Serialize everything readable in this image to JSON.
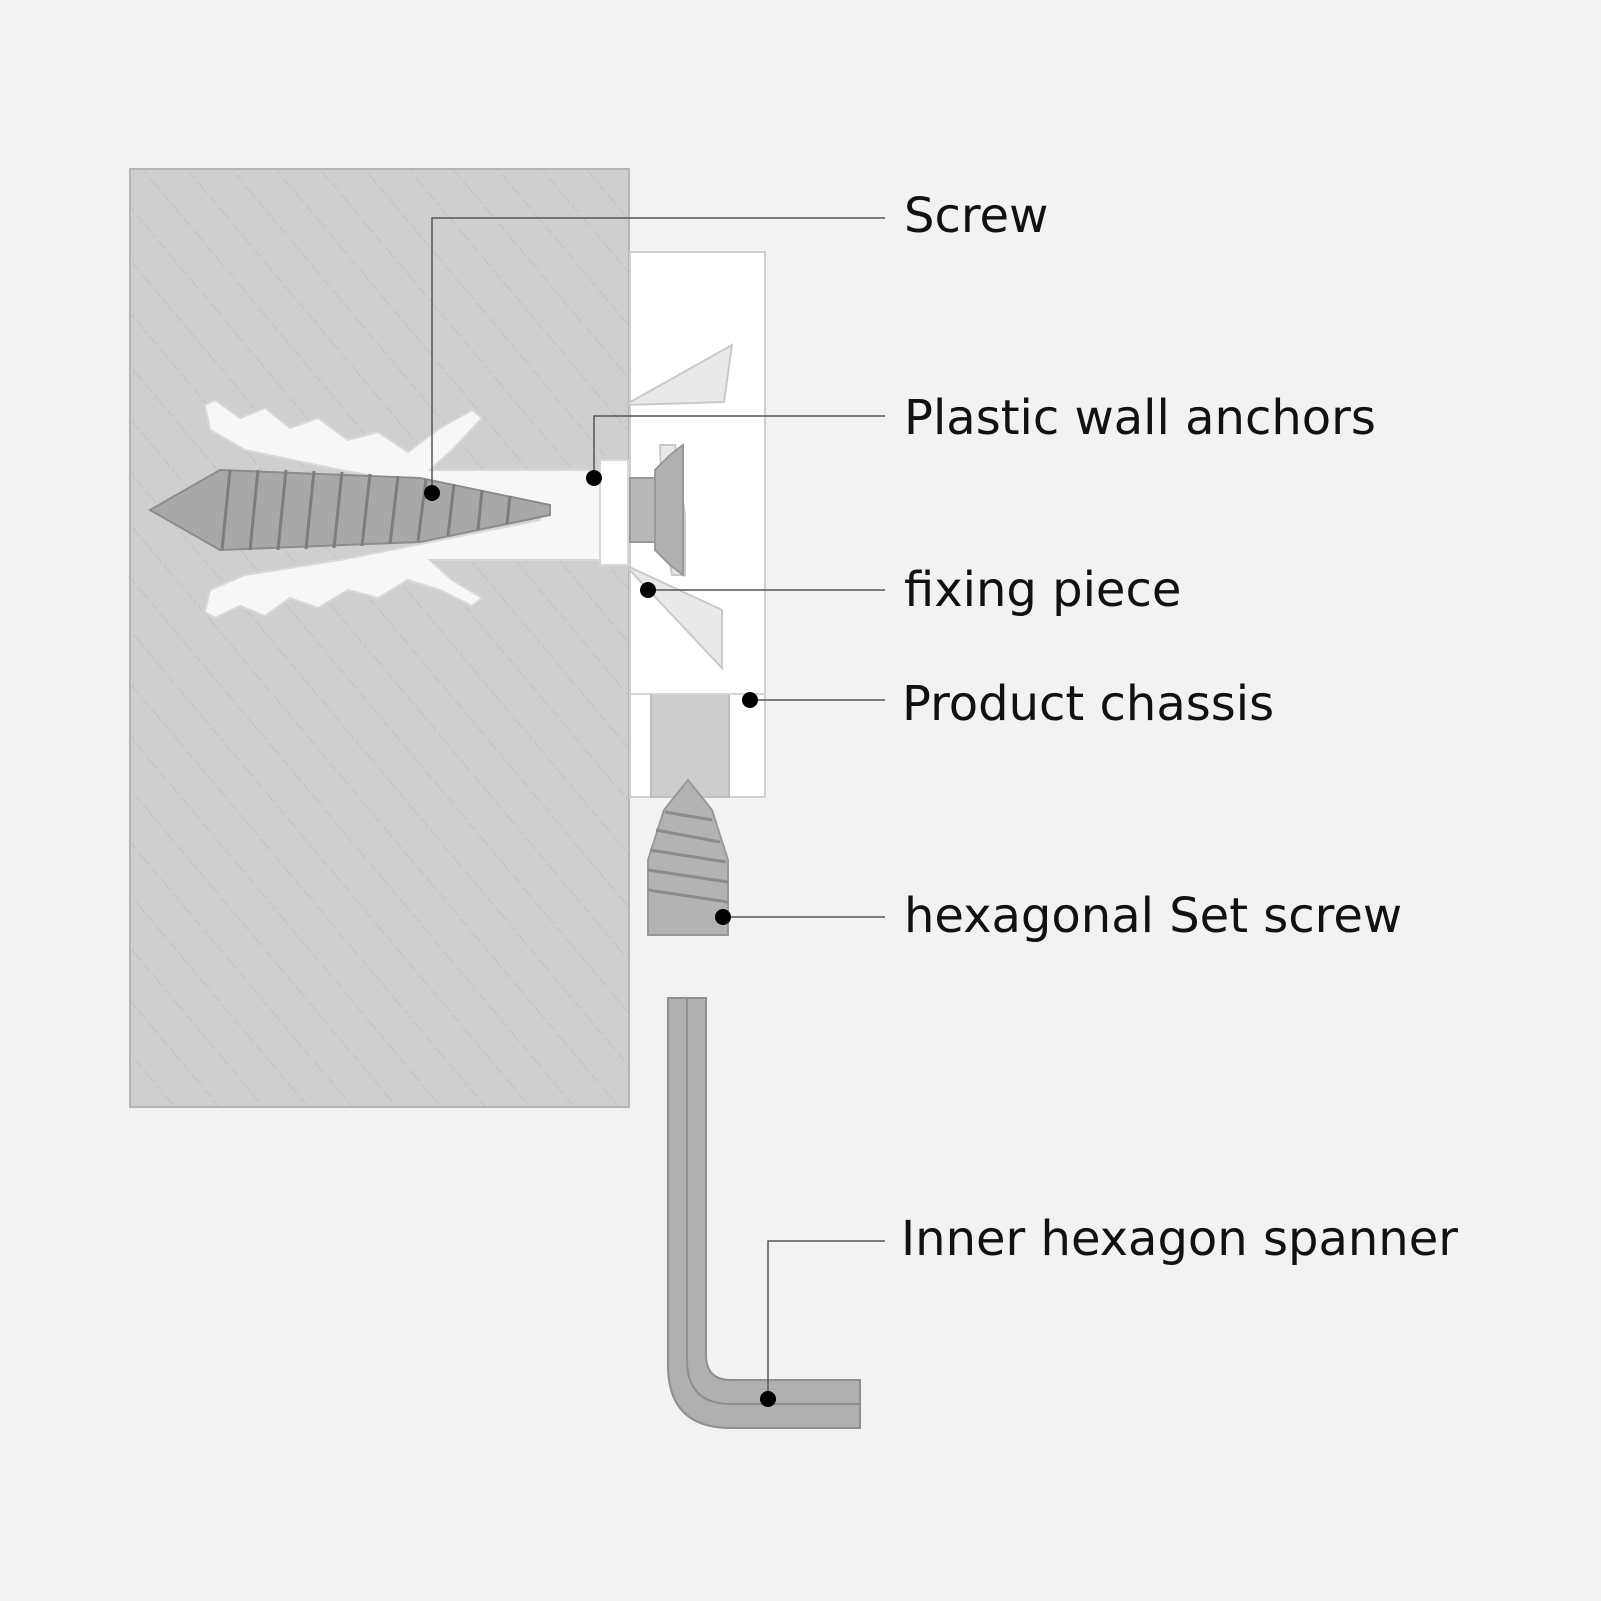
{
  "labels": {
    "screw": "Screw",
    "plastic_wall_anchors": "Plastic wall anchors",
    "fixing_piece": "fixing piece",
    "product_chassis": "Product chassis",
    "set_screw": "hexagonal Set screw",
    "spanner": "Inner hexagon spanner"
  },
  "colors": {
    "background": "#f2f2f2",
    "wall": "#cfcfcf",
    "wall_hatch": "#bdbdbd",
    "screw": "#a8a8a8",
    "chassis": "#ffffff",
    "set_screw": "#b3b3b3",
    "spanner": "#b0b0b0",
    "leader": "#555555",
    "dot": "#000000"
  }
}
